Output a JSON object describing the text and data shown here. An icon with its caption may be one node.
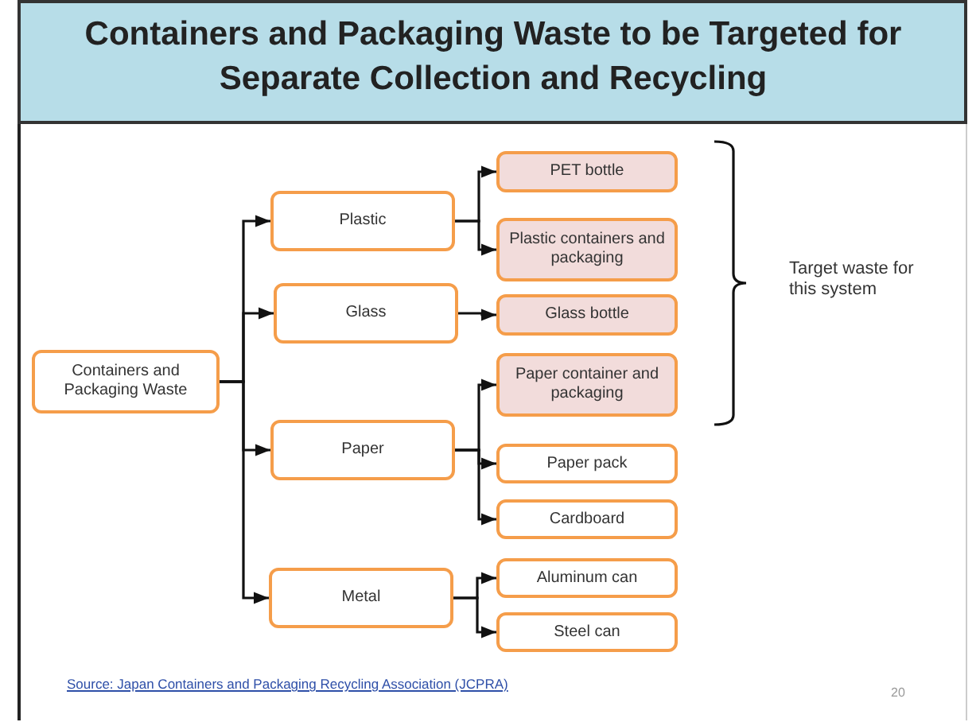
{
  "diagram": {
    "title": "Containers and Packaging Waste to be Targeted for Separate Collection and Recycling",
    "nodes": [
      {
        "text": [
          "Containers and Packaging Waste"
        ]
      },
      {
        "text": [
          "Plastic"
        ]
      },
      {
        "text": [
          "Glass"
        ]
      },
      {
        "text": [
          "Paper"
        ]
      },
      {
        "text": [
          "Metal"
        ]
      },
      {
        "text": [
          "PET bottle"
        ]
      },
      {
        "text": [
          "Plastic containers and packaging"
        ]
      },
      {
        "text": [
          "Glass bottle"
        ]
      },
      {
        "text": [
          "Paper container and packaging"
        ]
      },
      {
        "text": [
          "Paper pack"
        ]
      },
      {
        "text": [
          "Cardboard"
        ]
      },
      {
        "text": [
          "Aluminum can"
        ]
      },
      {
        "text": [
          "Steel can"
        ]
      }
    ],
    "edges": [
      {
        "from": 0,
        "to": 1,
        "arrow": "to"
      },
      {
        "from": 0,
        "to": 2,
        "arrow": "to"
      },
      {
        "from": 0,
        "to": 3,
        "arrow": "to"
      },
      {
        "from": 0,
        "to": 4,
        "arrow": "to"
      },
      {
        "from": 1,
        "to": 5,
        "arrow": "to"
      },
      {
        "from": 1,
        "to": 6,
        "arrow": "to"
      },
      {
        "from": 2,
        "to": 7,
        "arrow": "to"
      },
      {
        "from": 3,
        "to": 8,
        "arrow": "to"
      },
      {
        "from": 3,
        "to": 9,
        "arrow": "to"
      },
      {
        "from": 3,
        "to": 10,
        "arrow": "to"
      },
      {
        "from": 4,
        "to": 11,
        "arrow": "to"
      },
      {
        "from": 4,
        "to": 12,
        "arrow": "to"
      }
    ],
    "labels": [
      "Target waste for this system",
      "Source: Japan Containers and Packaging Recycling Association (JCPRA)",
      "20"
    ]
  }
}
